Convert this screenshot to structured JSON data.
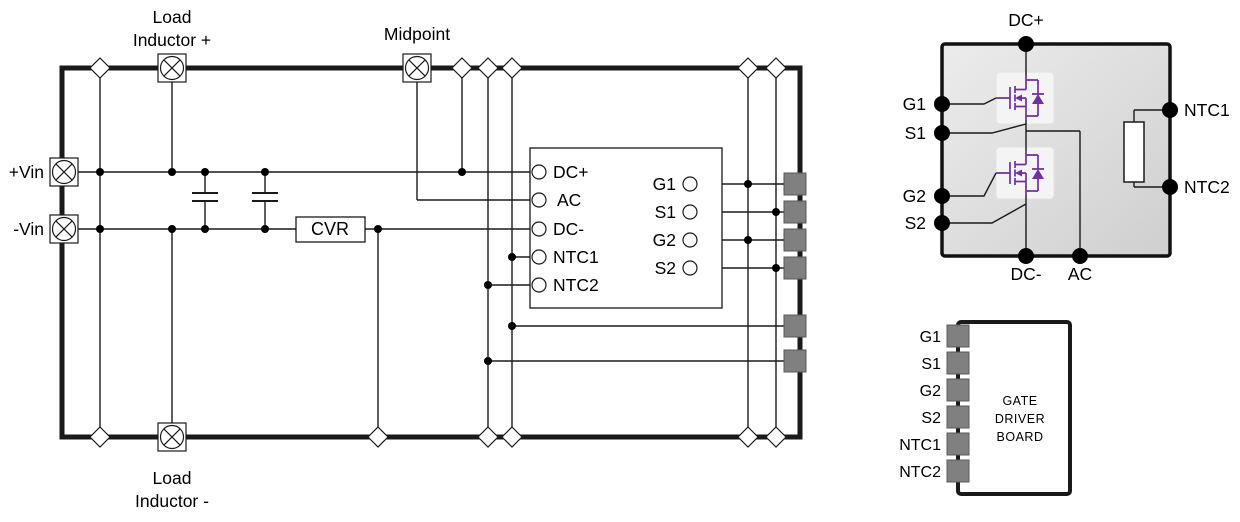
{
  "left_board": {
    "connectors": {
      "load_inductor_plus": {
        "line1": "Load",
        "line2": "Inductor +"
      },
      "midpoint": "Midpoint",
      "vin_plus": "+Vin",
      "vin_minus": "-Vin",
      "load_inductor_minus": {
        "line1": "Load",
        "line2": "Inductor -"
      }
    },
    "cvr": "CVR",
    "module_footprint": {
      "power_terminals": [
        "DC+",
        "AC",
        "DC-",
        "NTC1",
        "NTC2"
      ],
      "signal_terminals": [
        "G1",
        "S1",
        "G2",
        "S2"
      ]
    }
  },
  "power_module": {
    "top_terminal": "DC+",
    "left_terminals": [
      "G1",
      "S1",
      "G2",
      "S2"
    ],
    "right_terminals": [
      "NTC1",
      "NTC2"
    ],
    "bottom_terminals": [
      "DC-",
      "AC"
    ]
  },
  "gate_driver_board": {
    "pads": [
      "G1",
      "S1",
      "G2",
      "S2",
      "NTC1",
      "NTC2"
    ],
    "title": {
      "line1": "GATE",
      "line2": "DRIVER",
      "line3": "BOARD"
    }
  },
  "colors": {
    "wire": "#1a1a1a",
    "mosfet_symbol": "#7030a0",
    "smd_pad": "#808080",
    "module_body": "#d9d9d9"
  }
}
